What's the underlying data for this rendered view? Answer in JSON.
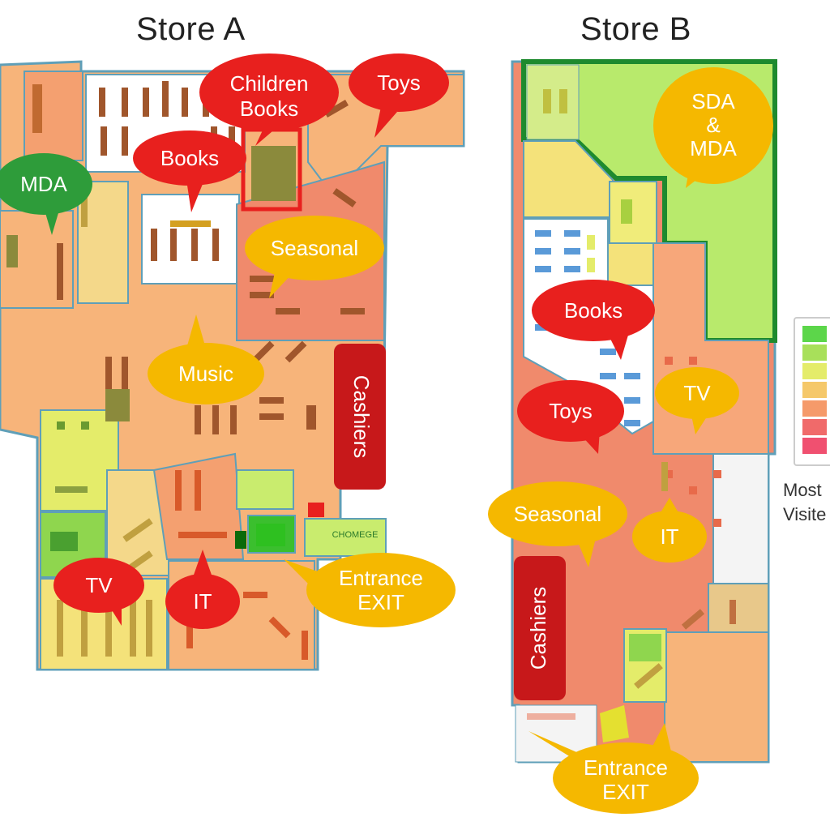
{
  "colors": {
    "hot": "#e8201e",
    "warm": "#f5b800",
    "cool": "#2e9c3a",
    "zone_red": "#f08a6c",
    "zone_orange": "#f7b47a",
    "zone_yellow": "#f4e27a",
    "zone_lightgreen": "#c9ec6e",
    "zone_green": "#8fd64e",
    "shelf_dark": "#a0562c",
    "outline": "#5f9fb8",
    "cashiers": "#c7181a"
  },
  "store_a": {
    "title": "Store A",
    "labels": {
      "children_books": "Children Books",
      "toys": "Toys",
      "books": "Books",
      "mda": "MDA",
      "seasonal": "Seasonal",
      "music": "Music",
      "cashiers": "Cashiers",
      "tv": "TV",
      "it": "IT",
      "entrance": "Entrance EXIT",
      "sign": "CHOMEGE"
    }
  },
  "store_b": {
    "title": "Store B",
    "labels": {
      "sda_mda": "SDA & MDA",
      "books": "Books",
      "toys": "Toys",
      "tv": "TV",
      "seasonal": "Seasonal",
      "it": "IT",
      "cashiers": "Cashiers",
      "entrance": "Entrance EXIT"
    }
  },
  "legend": {
    "scale_colors": [
      "#5cd64a",
      "#a8e05a",
      "#e4ec6a",
      "#f5c86a",
      "#f59a6a",
      "#f06a6a",
      "#f05070"
    ],
    "label": "Most Visite"
  }
}
